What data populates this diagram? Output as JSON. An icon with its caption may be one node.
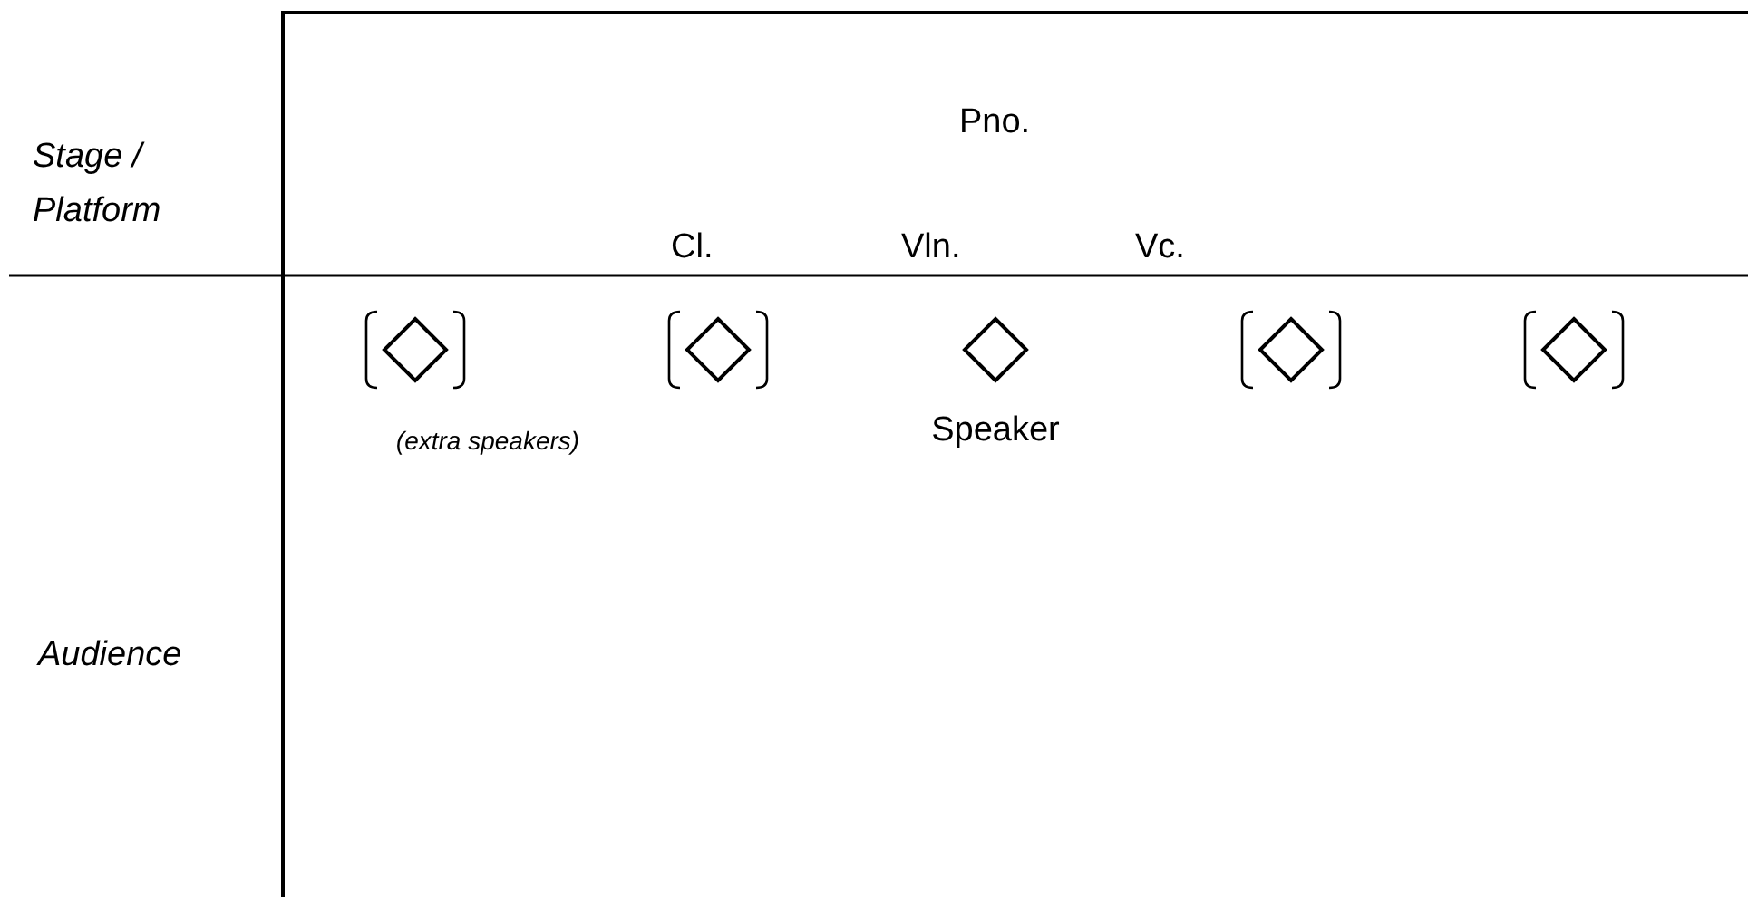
{
  "diagram": {
    "nodes": [
      {
        "text": [],
        "shape": "diamond",
        "beside": [
          "(extra speakers)"
        ]
      },
      {
        "text": [],
        "shape": "diamond"
      },
      {
        "text": [],
        "shape": "diamond",
        "beside": [
          "Speaker"
        ]
      },
      {
        "text": [],
        "shape": "diamond"
      },
      {
        "text": [],
        "shape": "diamond"
      }
    ],
    "edges": [],
    "labels": [
      "Stage / Platform",
      "Pno.",
      "Cl.",
      "Vln.",
      "Vc.",
      "Audience"
    ]
  }
}
